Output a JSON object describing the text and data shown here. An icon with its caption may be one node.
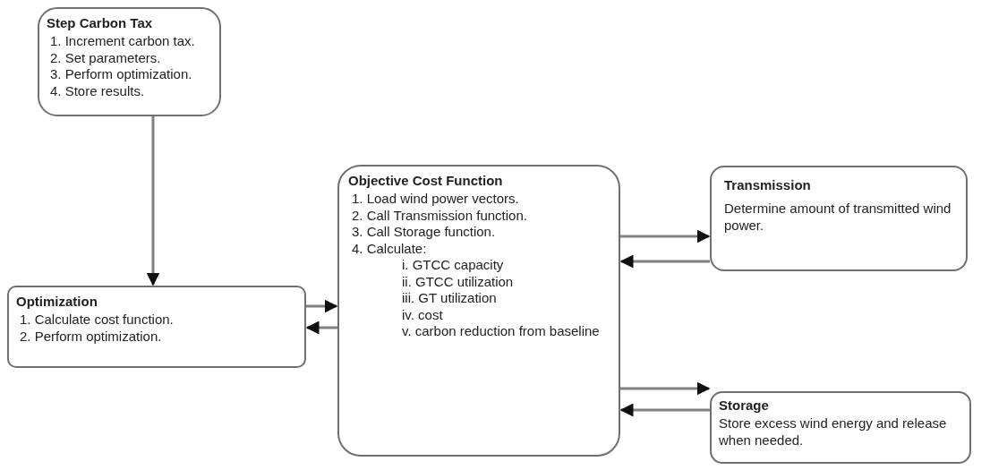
{
  "diagram": {
    "nodes": [
      {
        "text": [
          "Step Carbon Tax",
          "1. Increment carbon tax.",
          "2. Set parameters.",
          "3. Perform optimization.",
          "4. Store results."
        ]
      },
      {
        "text": [
          "Optimization",
          "1. Calculate cost function.",
          "2. Perform optimization."
        ]
      },
      {
        "text": [
          "Objective Cost Function",
          "1. Load wind power vectors.",
          "2. Call Transmission function.",
          "3. Call Storage function.",
          "4. Calculate:",
          "i. GTCC capacity",
          "ii. GTCC utilization",
          "iii. GT utilization",
          "iv. cost",
          "v. carbon reduction from baseline"
        ]
      },
      {
        "text": [
          "Transmission",
          "Determine amount of transmitted wind power."
        ]
      },
      {
        "text": [
          "Storage",
          "Store excess wind energy and release when needed."
        ]
      }
    ],
    "edges": [
      {
        "from": 0,
        "to": 1,
        "arrow": "to"
      },
      {
        "from": 1,
        "to": 2,
        "arrow": "to"
      },
      {
        "from": 2,
        "to": 1,
        "arrow": "to"
      },
      {
        "from": 2,
        "to": 3,
        "arrow": "to"
      },
      {
        "from": 3,
        "to": 2,
        "arrow": "to"
      },
      {
        "from": 2,
        "to": 4,
        "arrow": "to"
      },
      {
        "from": 4,
        "to": 2,
        "arrow": "to"
      }
    ]
  }
}
